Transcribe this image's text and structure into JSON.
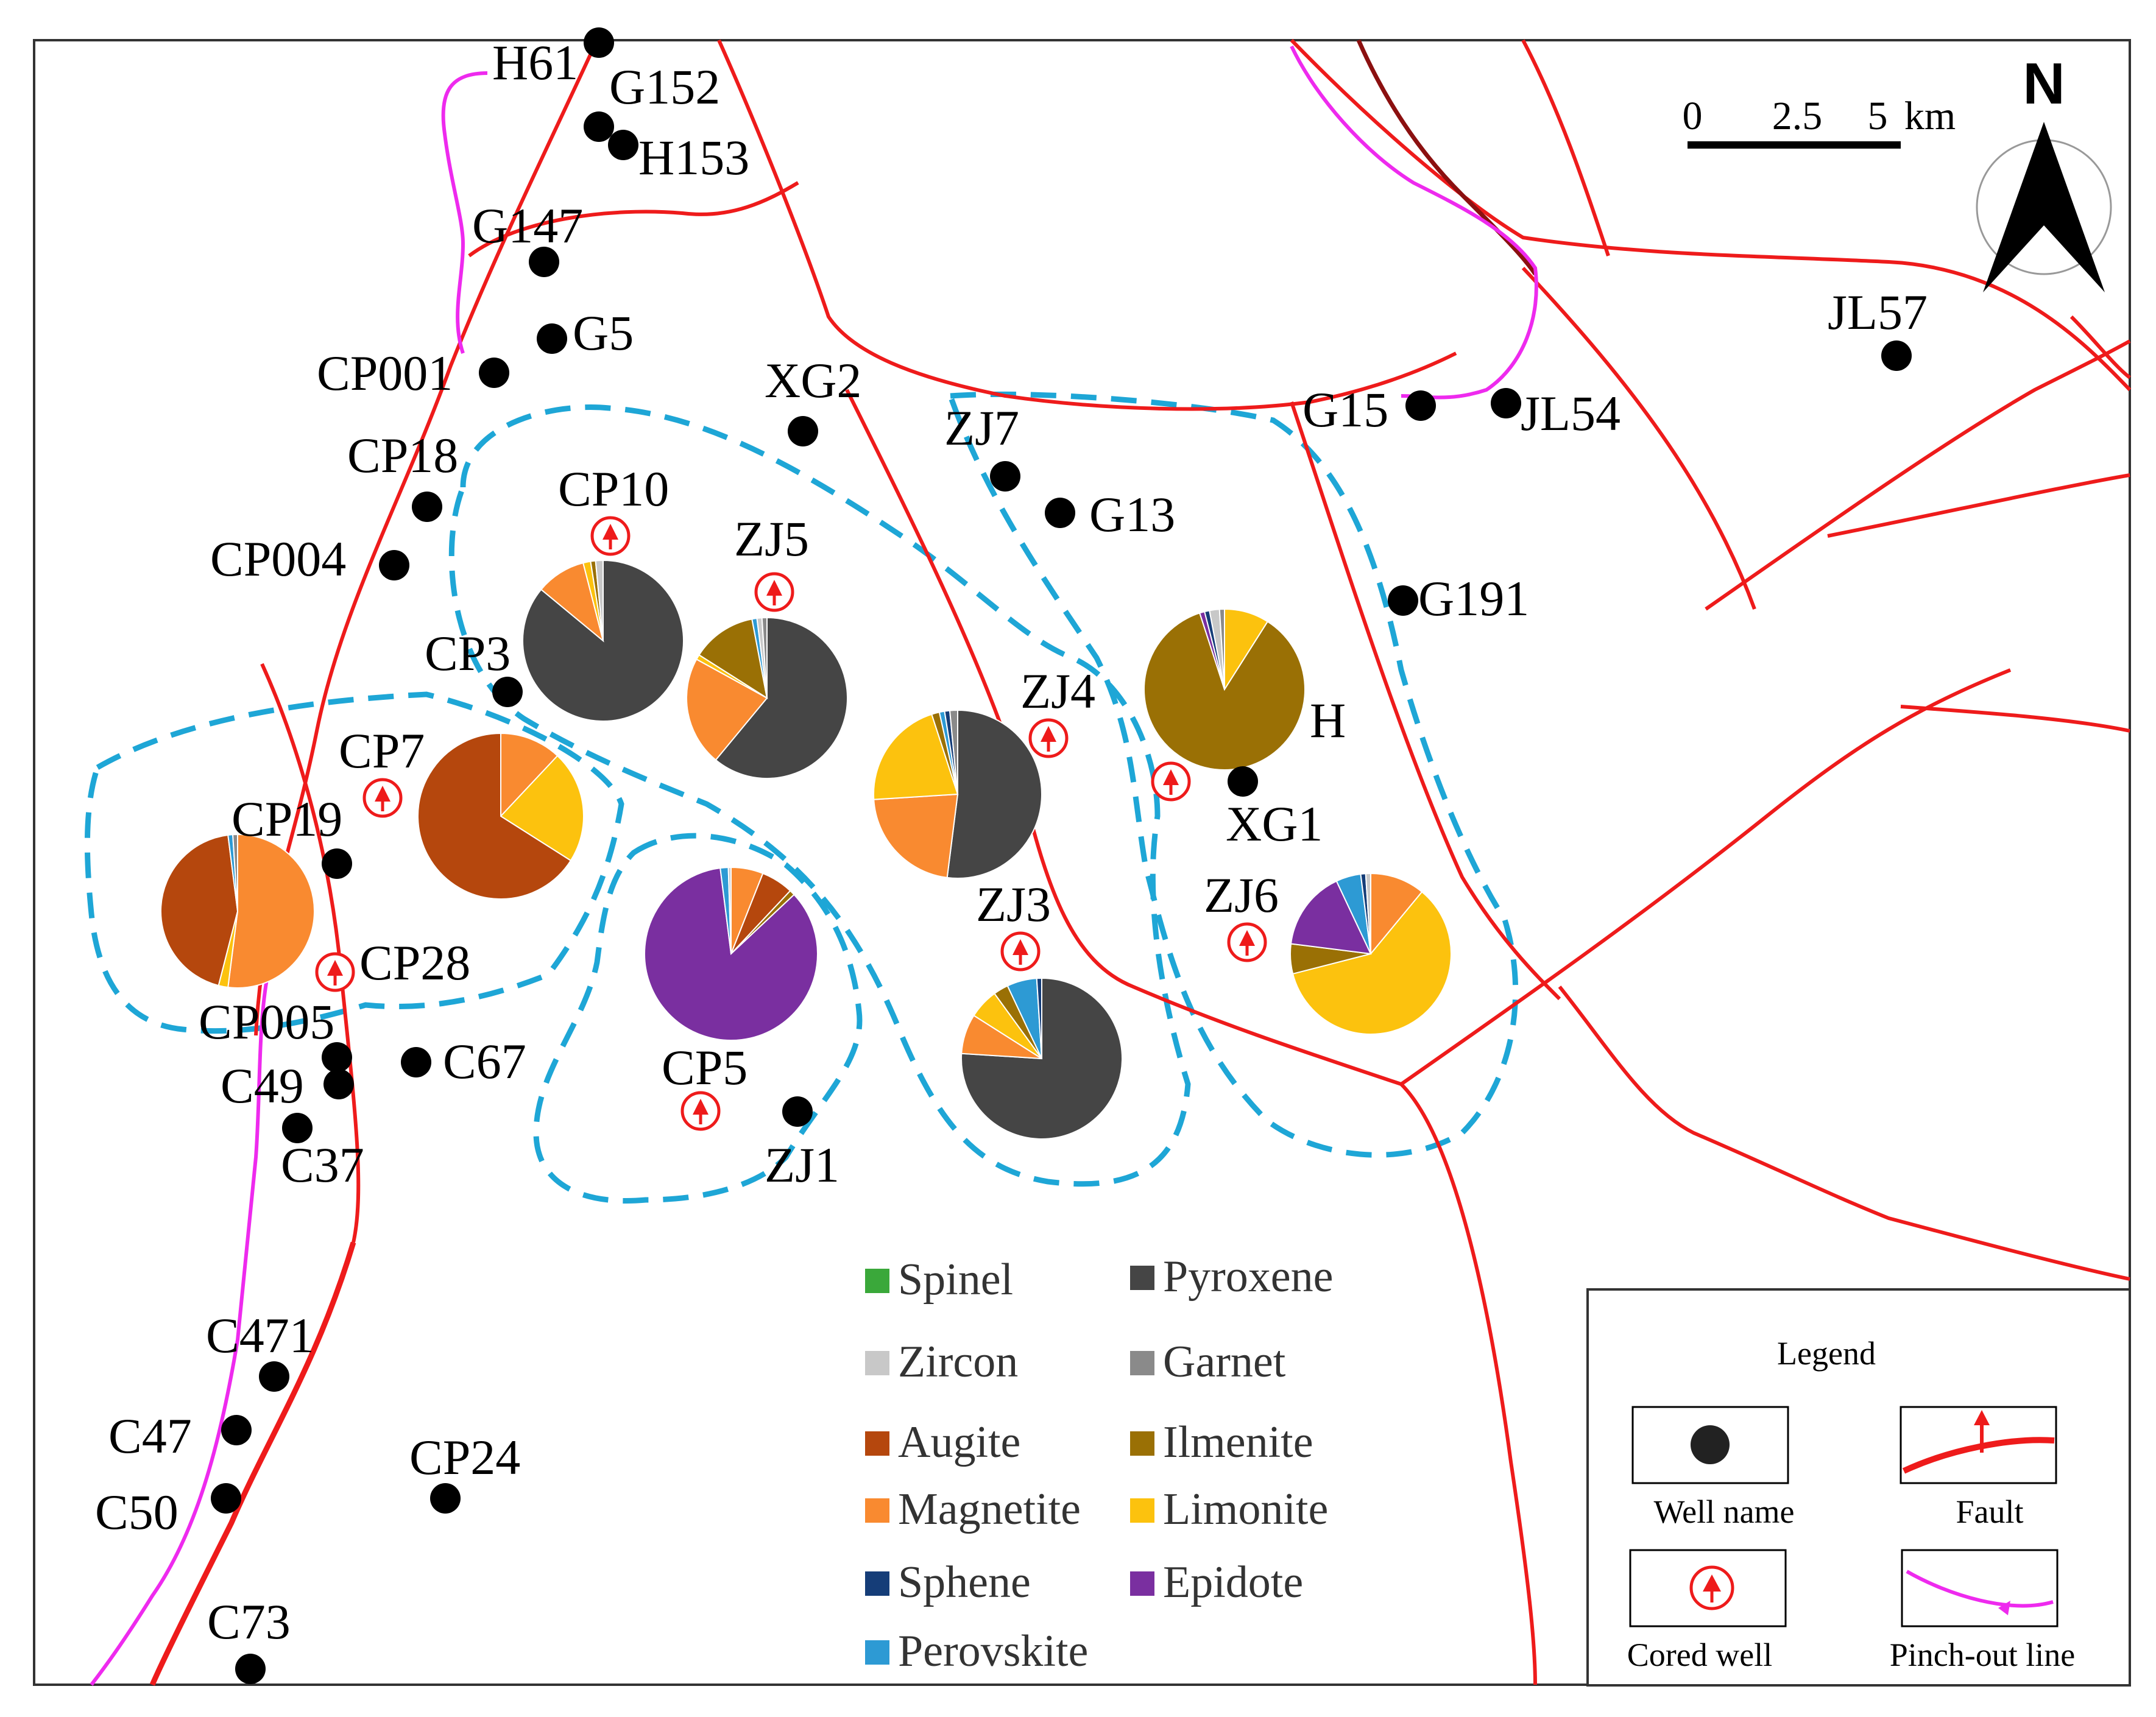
{
  "scale_bar": {
    "ticks": [
      "0",
      "2.5",
      "5"
    ],
    "unit": "km"
  },
  "north_label": "N",
  "wells": [
    {
      "name": "H61",
      "type": "well"
    },
    {
      "name": "G152",
      "type": "well"
    },
    {
      "name": "H153",
      "type": "well"
    },
    {
      "name": "G147",
      "type": "well"
    },
    {
      "name": "G5",
      "type": "well"
    },
    {
      "name": "CP001",
      "type": "well"
    },
    {
      "name": "CP18",
      "type": "well"
    },
    {
      "name": "CP004",
      "type": "well"
    },
    {
      "name": "CP3",
      "type": "well"
    },
    {
      "name": "CP19",
      "type": "well"
    },
    {
      "name": "CP005",
      "type": "well"
    },
    {
      "name": "C49",
      "type": "well"
    },
    {
      "name": "C67",
      "type": "well"
    },
    {
      "name": "C37",
      "type": "well"
    },
    {
      "name": "C471",
      "type": "well"
    },
    {
      "name": "C47",
      "type": "well"
    },
    {
      "name": "C50",
      "type": "well"
    },
    {
      "name": "C73",
      "type": "well"
    },
    {
      "name": "CP24",
      "type": "well"
    },
    {
      "name": "XG2",
      "type": "well"
    },
    {
      "name": "ZJ7",
      "type": "well"
    },
    {
      "name": "G13",
      "type": "well"
    },
    {
      "name": "G15",
      "type": "well"
    },
    {
      "name": "JL54",
      "type": "well"
    },
    {
      "name": "JL57",
      "type": "well"
    },
    {
      "name": "G191",
      "type": "well"
    },
    {
      "name": "XG1",
      "type": "well"
    },
    {
      "name": "ZJ1",
      "type": "well"
    },
    {
      "name": "CP10",
      "type": "cored"
    },
    {
      "name": "ZJ5",
      "type": "cored"
    },
    {
      "name": "ZJ4",
      "type": "cored"
    },
    {
      "name": "CP7",
      "type": "cored"
    },
    {
      "name": "CP28",
      "type": "cored"
    },
    {
      "name": "CP5",
      "type": "cored"
    },
    {
      "name": "ZJ3",
      "type": "cored"
    },
    {
      "name": "ZJ6",
      "type": "cored"
    },
    {
      "name": "H",
      "type": "cored"
    }
  ],
  "minerals": [
    {
      "name": "Spinel",
      "color": "#3aa83a"
    },
    {
      "name": "Pyroxene",
      "color": "#454545"
    },
    {
      "name": "Zircon",
      "color": "#c8c8c8"
    },
    {
      "name": "Garnet",
      "color": "#8a8a8a"
    },
    {
      "name": "Augite",
      "color": "#b5470d"
    },
    {
      "name": "Ilmenite",
      "color": "#9a7005"
    },
    {
      "name": "Magnetite",
      "color": "#f98a30"
    },
    {
      "name": "Limonite",
      "color": "#fcc20e"
    },
    {
      "name": "Sphene",
      "color": "#153d78"
    },
    {
      "name": "Epidote",
      "color": "#7a2fa0"
    },
    {
      "name": "Perovskite",
      "color": "#2d9ad4"
    }
  ],
  "chart_data": {
    "type": "pie",
    "series_order": [
      "Pyroxene",
      "Magnetite",
      "Limonite",
      "Augite",
      "Ilmenite",
      "Epidote",
      "Perovskite",
      "Sphene",
      "Zircon",
      "Garnet",
      "Spinel"
    ],
    "pies": [
      {
        "well": "CP10",
        "values": {
          "Pyroxene": 86,
          "Magnetite": 10,
          "Limonite": 1.5,
          "Ilmenite": 1,
          "Zircon": 1.5
        }
      },
      {
        "well": "ZJ5",
        "values": {
          "Pyroxene": 61,
          "Magnetite": 22,
          "Limonite": 1,
          "Ilmenite": 13,
          "Garnet": 1,
          "Perovskite": 1,
          "Zircon": 1
        }
      },
      {
        "well": "ZJ4",
        "values": {
          "Pyroxene": 52,
          "Limonite": 21,
          "Magnetite": 22,
          "Ilmenite": 1.5,
          "Garnet": 1.5,
          "Sphene": 1,
          "Perovskite": 1
        }
      },
      {
        "well": "H",
        "values": {
          "Ilmenite": 86,
          "Limonite": 9,
          "Zircon": 2,
          "Garnet": 1,
          "Epidote": 1,
          "Sphene": 1
        }
      },
      {
        "well": "CP7",
        "values": {
          "Augite": 66,
          "Limonite": 22,
          "Magnetite": 12
        }
      },
      {
        "well": "CP19",
        "values": {
          "Augite": 44,
          "Magnetite": 52,
          "Limonite": 2,
          "Garnet": 1,
          "Perovskite": 1
        }
      },
      {
        "well": "CP5",
        "values": {
          "Epidote": 85,
          "Augite": 6,
          "Magnetite": 6,
          "Ilmenite": 1,
          "Perovskite": 1.5,
          "Zircon": 0.5
        }
      },
      {
        "well": "ZJ3",
        "values": {
          "Pyroxene": 76,
          "Limonite": 6,
          "Magnetite": 8,
          "Perovskite": 6,
          "Ilmenite": 3,
          "Sphene": 1
        }
      },
      {
        "well": "ZJ6",
        "values": {
          "Limonite": 60,
          "Epidote": 16,
          "Ilmenite": 6,
          "Perovskite": 5,
          "Magnetite": 11,
          "Zircon": 1,
          "Sphene": 1
        }
      }
    ]
  },
  "legend": {
    "title": "Legend",
    "well_name": "Well name",
    "fault": "Fault",
    "cored_well": "Cored well",
    "pinch_out_line": "Pinch-out line"
  }
}
